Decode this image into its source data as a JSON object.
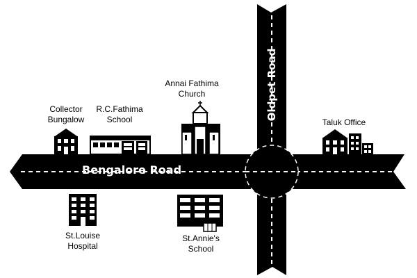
{
  "roads": {
    "horizontal": "Bengalore Road",
    "vertical": "Oldpet Road"
  },
  "landmarks": {
    "collector_bungalow": [
      "Collector",
      "Bungalow"
    ],
    "rc_fathima_school": [
      "R.C.Fathima",
      "School"
    ],
    "annai_fathima_church": [
      "Annai Fathima",
      "Church"
    ],
    "taluk_office": [
      "Taluk Office"
    ],
    "st_louise_hospital": [
      "St.Louise",
      "Hospital"
    ],
    "st_annies_school": [
      "St.Annie's",
      "School"
    ]
  },
  "colors": {
    "road": "#000000",
    "marking": "#ffffff",
    "building": "#000000"
  }
}
